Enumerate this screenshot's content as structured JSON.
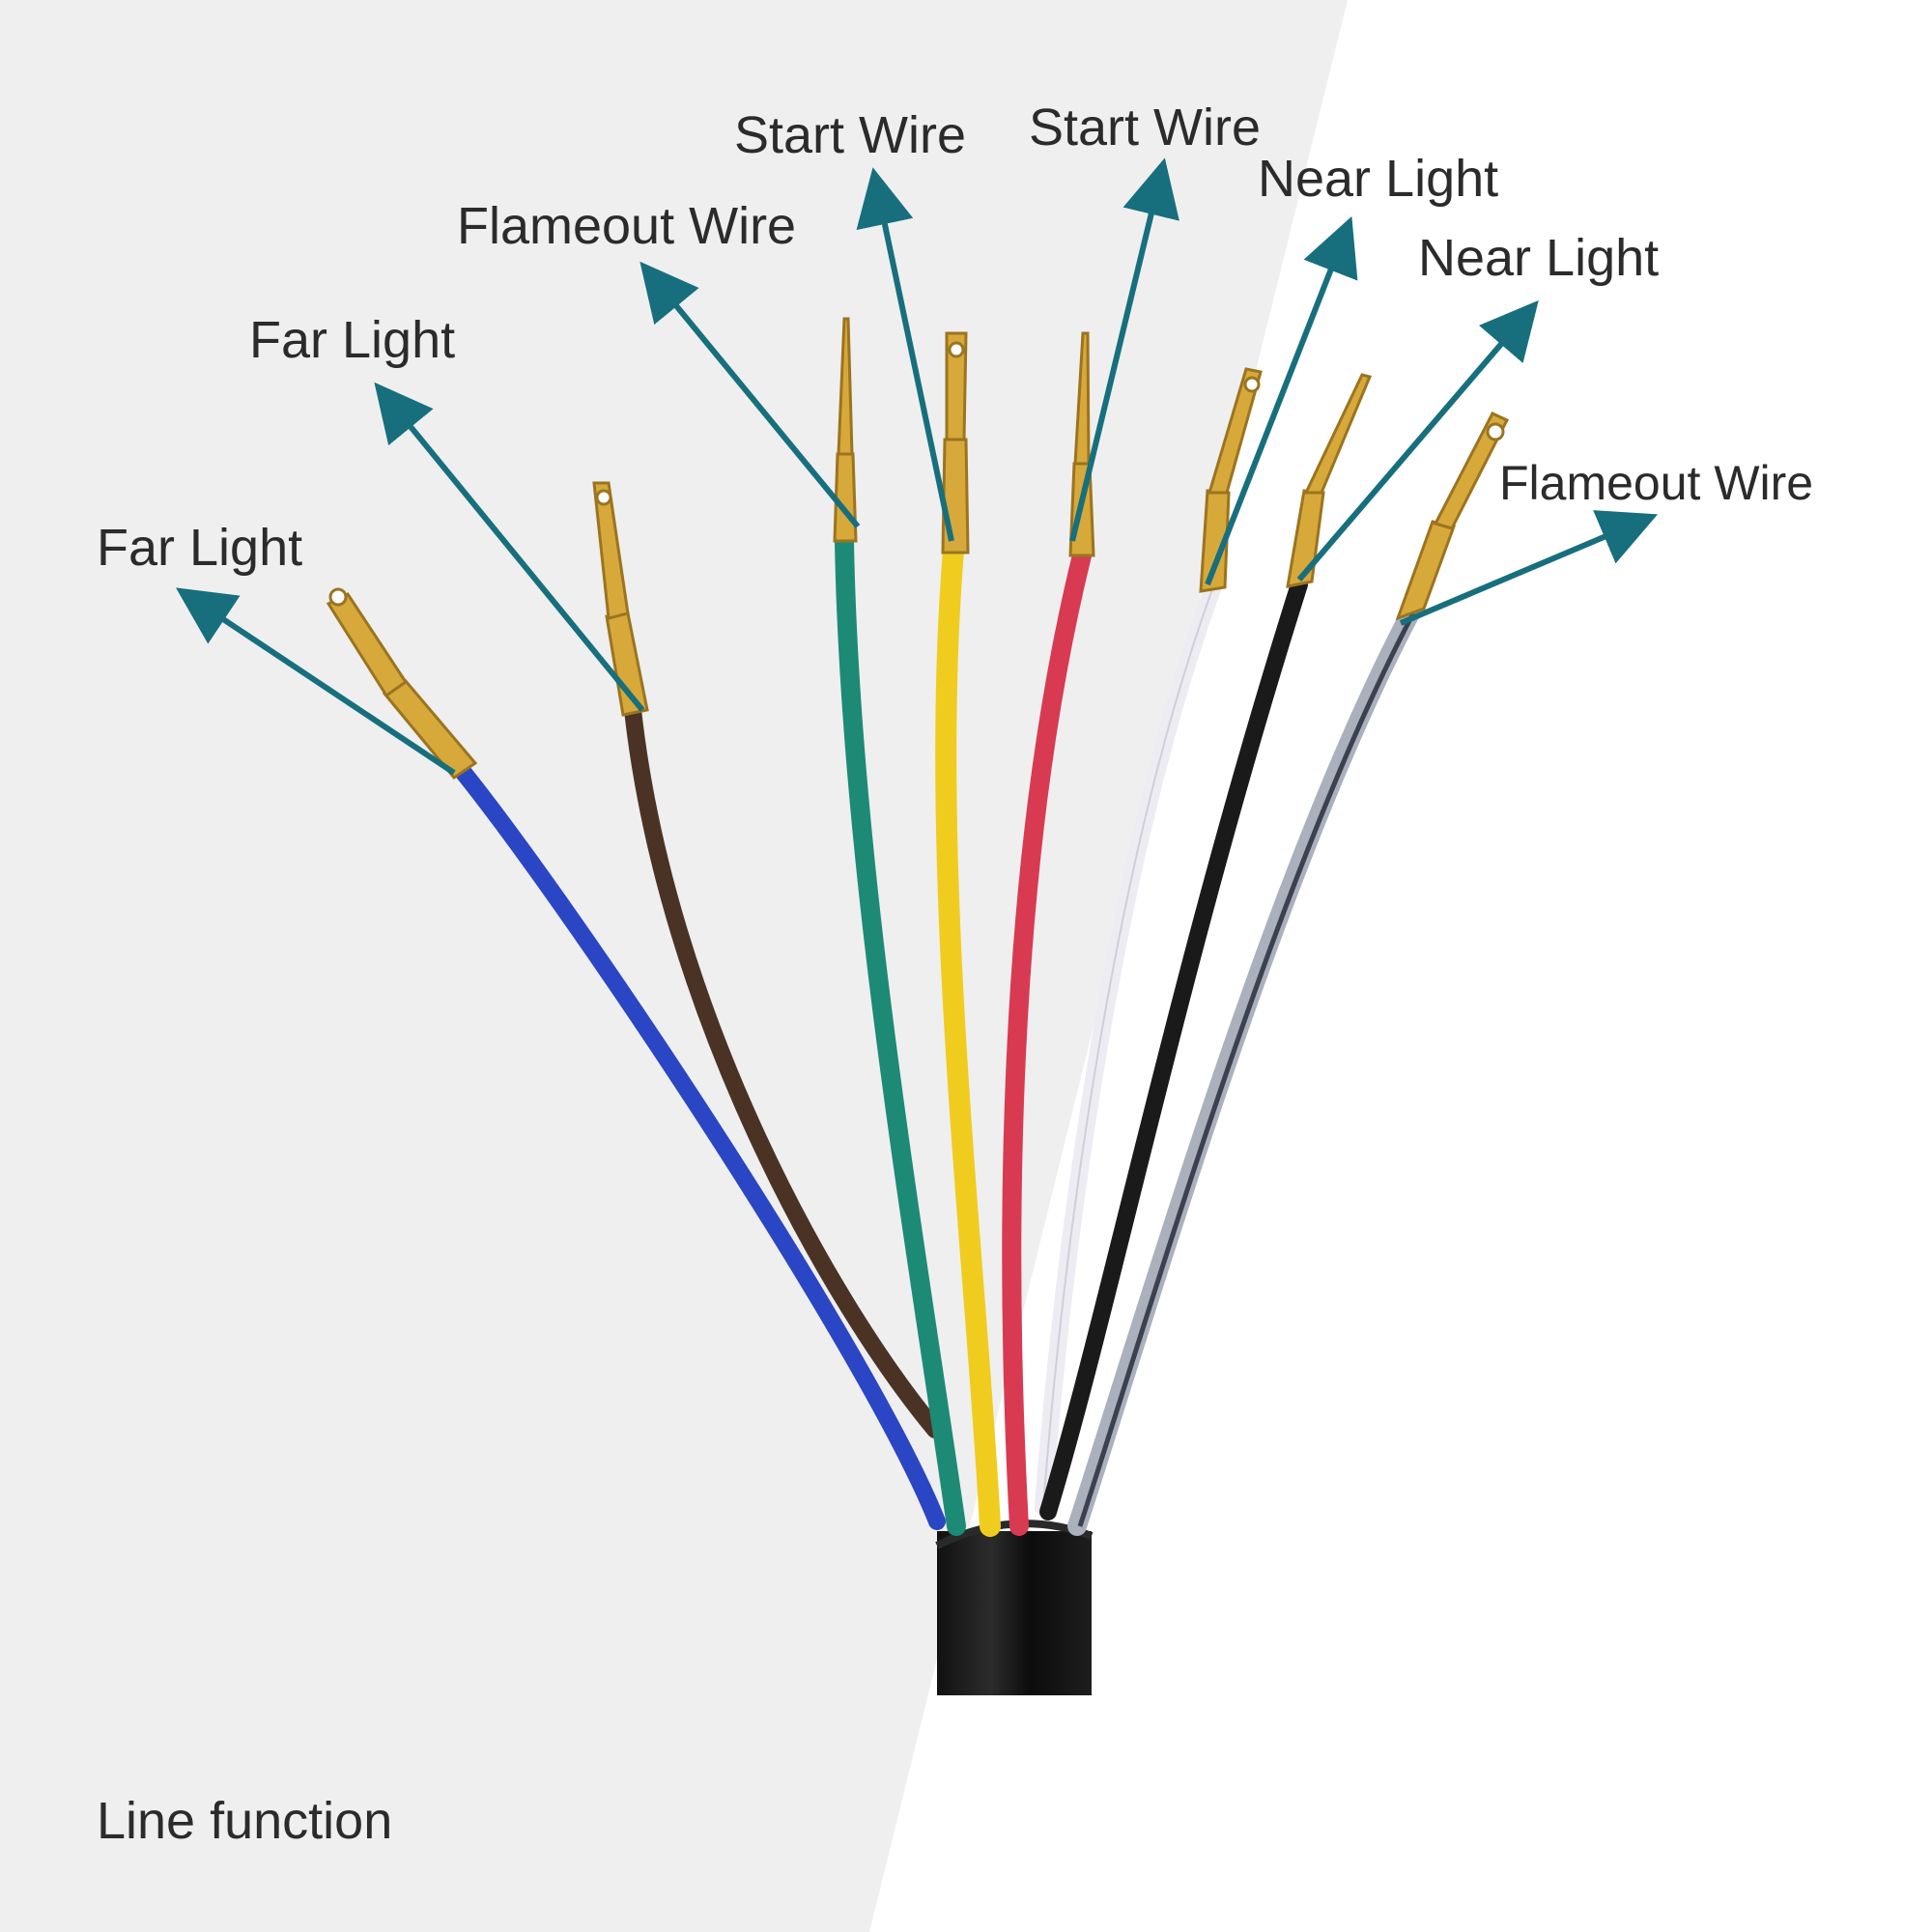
{
  "caption": "Line function",
  "colors": {
    "arrow": "#176f7e",
    "text": "#2b2b2b",
    "background_left": "#efefef",
    "background_right": "#ffffff",
    "terminal": "#d7a93a"
  },
  "wires": [
    {
      "color_name": "blue",
      "color": "#2a46c4",
      "label": "Far Light"
    },
    {
      "color_name": "brown",
      "color": "#4a3325",
      "label": "Far Light"
    },
    {
      "color_name": "green",
      "color": "#1d8a76",
      "label": "Flameout Wire"
    },
    {
      "color_name": "yellow",
      "color": "#f0cc1e",
      "label": "Start Wire"
    },
    {
      "color_name": "red",
      "color": "#d83a52",
      "label": "Start Wire"
    },
    {
      "color_name": "white",
      "color": "#ececf2",
      "label": "Near Light"
    },
    {
      "color_name": "black",
      "color": "#1a1a1a",
      "label": "Near Light"
    },
    {
      "color_name": "grey",
      "color": "#aab0bc",
      "label": "Flameout Wire"
    }
  ]
}
